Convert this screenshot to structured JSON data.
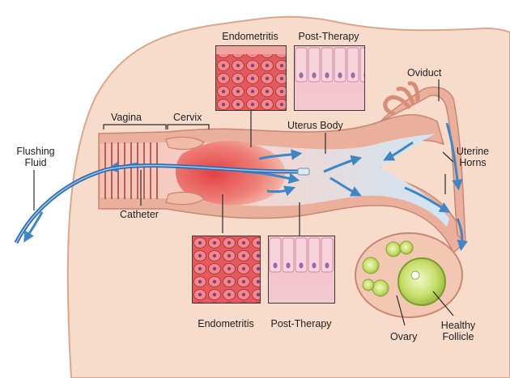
{
  "labels": {
    "endometritis_top": "Endometritis",
    "post_therapy_top": "Post-Therapy",
    "oviduct": "Oviduct",
    "vagina": "Vagina",
    "cervix": "Cervix",
    "uterus_body": "Uterus Body",
    "flushing_fluid_line1": "Flushing",
    "flushing_fluid_line2": "Fluid",
    "uterine_horns_line1": "Uterine",
    "uterine_horns_line2": "Horns",
    "catheter": "Catheter",
    "endometritis_bottom": "Endometritis",
    "post_therapy_bottom": "Post-Therapy",
    "ovary": "Ovary",
    "healthy_follicle_line1": "Healthy",
    "healthy_follicle_line2": "Follicle"
  },
  "colors": {
    "skin": "#f7dccb",
    "skin_outline": "#d9a78e",
    "tract_wall": "#eab09c",
    "inflamed": "#e2484a",
    "lumen": "#f6c2b4",
    "fluid": "#bfe0f5",
    "arrow": "#3f86c6",
    "catheter": "#2f6fb0",
    "follicle": "#b9d65a",
    "ovary": "#f2c7b4"
  }
}
